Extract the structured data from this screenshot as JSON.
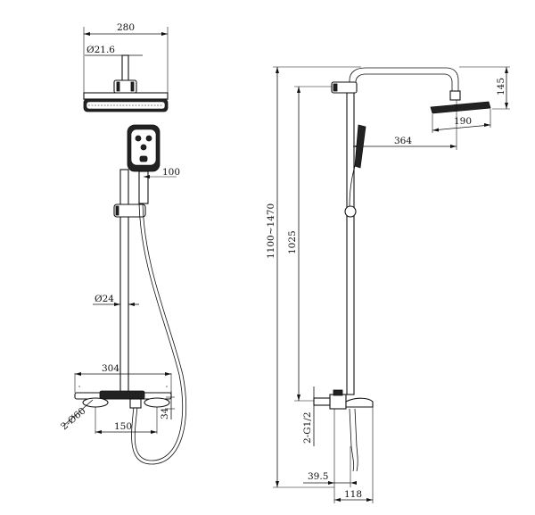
{
  "dimensions": {
    "head_width": "280",
    "arm_diameter": "Ø21.6",
    "handheld_offset": "100",
    "riser_diameter": "Ø24",
    "shelf_width": "304",
    "mount_holes": "2-Ø60",
    "shelf_height": "34",
    "inlet_centers": "150",
    "total_height": "1100~1470",
    "riser_height": "1025",
    "arm_reach": "364",
    "arm_drop": "145",
    "head_diameter": "190",
    "inlet_thread": "2-G1/2",
    "valve_offset": "39.5",
    "valve_depth": "118"
  },
  "colors": {
    "ink": "#111111",
    "fill_dark": "#222222",
    "paper": "#ffffff"
  }
}
